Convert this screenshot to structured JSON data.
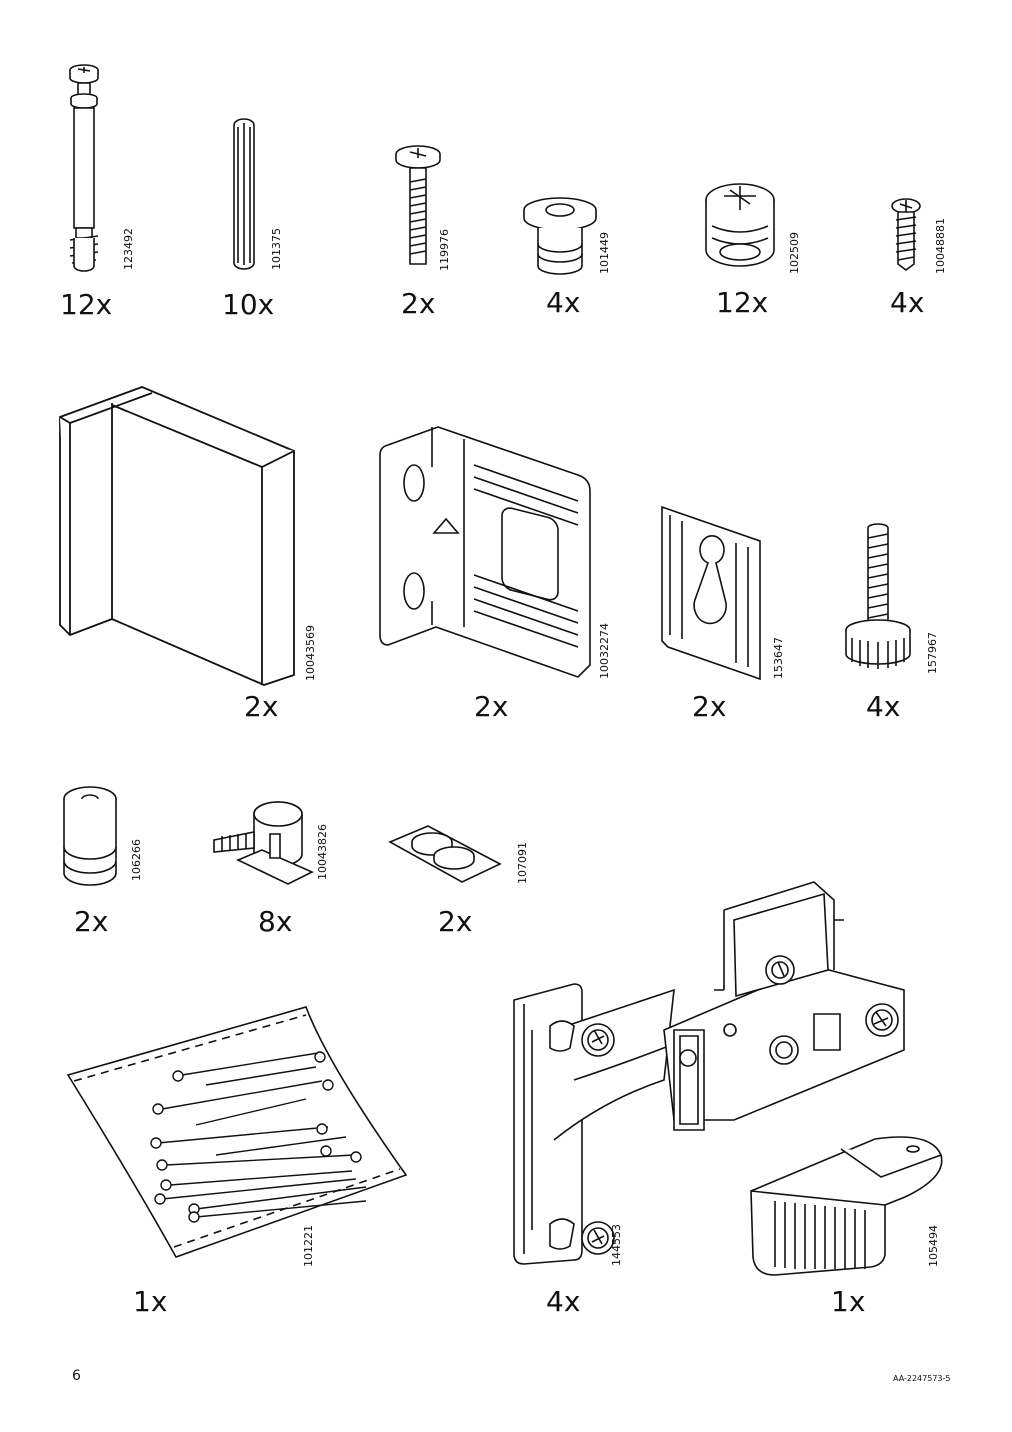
{
  "parts": [
    {
      "id": "cam-bolt",
      "code": "123492",
      "qty": "12x"
    },
    {
      "id": "dowel",
      "code": "101375",
      "qty": "10x"
    },
    {
      "id": "long-screw",
      "code": "119976",
      "qty": "2x"
    },
    {
      "id": "plastic-sleeve",
      "code": "101449",
      "qty": "4x"
    },
    {
      "id": "cam-lock",
      "code": "102509",
      "qty": "12x"
    },
    {
      "id": "short-screw",
      "code": "10048881",
      "qty": "4x"
    },
    {
      "id": "l-bracket",
      "code": "10043569",
      "qty": "2x"
    },
    {
      "id": "mounting-bracket",
      "code": "10032274",
      "qty": "2x"
    },
    {
      "id": "keyhole-plate",
      "code": "153647",
      "qty": "2x"
    },
    {
      "id": "adjustable-foot",
      "code": "157967",
      "qty": "4x"
    },
    {
      "id": "threaded-sleeve",
      "code": "106266",
      "qty": "2x"
    },
    {
      "id": "shelf-support",
      "code": "10043826",
      "qty": "8x"
    },
    {
      "id": "bumper-pads",
      "code": "107091",
      "qty": "2x"
    },
    {
      "id": "nail-bag",
      "code": "101221",
      "qty": "1x"
    },
    {
      "id": "hinge",
      "code": "144553",
      "qty": "4x"
    },
    {
      "id": "door-stop",
      "code": "105494",
      "qty": "1x"
    }
  ],
  "footer": {
    "page_number": "6",
    "doc_code": "AA-2247573-5"
  }
}
